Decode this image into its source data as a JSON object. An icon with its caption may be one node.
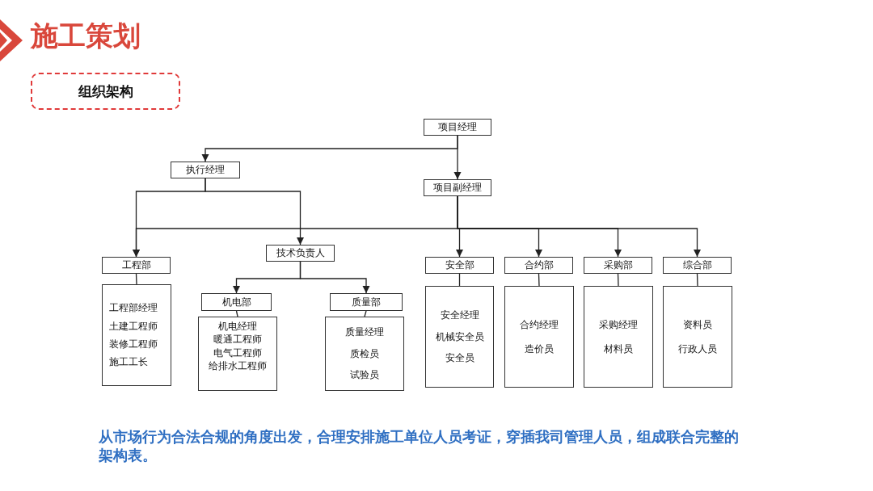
{
  "diagram": {
    "title": "施工策划",
    "nodes": [
      {
        "text": [
          "项目经理"
        ]
      },
      {
        "text": [
          "执行经理"
        ]
      },
      {
        "text": [
          "项目副经理"
        ]
      },
      {
        "text": [
          "工程部"
        ]
      },
      {
        "text": [
          "技术负责人"
        ]
      },
      {
        "text": [
          "安全部"
        ]
      },
      {
        "text": [
          "合约部"
        ]
      },
      {
        "text": [
          "采购部"
        ]
      },
      {
        "text": [
          "综合部"
        ]
      },
      {
        "text": [
          "工程部经理",
          "土建工程师",
          "装修工程师",
          "施工工长"
        ]
      },
      {
        "text": [
          "机电部"
        ]
      },
      {
        "text": [
          "质量部"
        ]
      },
      {
        "text": [
          "机电经理",
          "暖通工程师",
          "电气工程师",
          "给排水工程师"
        ]
      },
      {
        "text": [
          "质量经理",
          "质检员",
          "试验员"
        ]
      },
      {
        "text": [
          "安全经理",
          "机械安全员",
          "安全员"
        ]
      },
      {
        "text": [
          "合约经理",
          "造价员"
        ]
      },
      {
        "text": [
          "采购经理",
          "材料员"
        ]
      },
      {
        "text": [
          "资料员",
          "行政人员"
        ]
      },
      {
        "text": [
          "组织架构"
        ]
      }
    ],
    "edges": [
      {
        "from": 0,
        "to": 1,
        "arrow": "to"
      },
      {
        "from": 0,
        "to": 2,
        "arrow": "to"
      },
      {
        "from": 1,
        "to": 3,
        "arrow": "to"
      },
      {
        "from": 1,
        "to": 4,
        "arrow": "to"
      },
      {
        "from": 2,
        "to": 3,
        "arrow": "to"
      },
      {
        "from": 2,
        "to": 5,
        "arrow": "to"
      },
      {
        "from": 2,
        "to": 6,
        "arrow": "to"
      },
      {
        "from": 2,
        "to": 7,
        "arrow": "to"
      },
      {
        "from": 2,
        "to": 8,
        "arrow": "to"
      },
      {
        "from": 4,
        "to": 10,
        "arrow": "to"
      },
      {
        "from": 4,
        "to": 11,
        "arrow": "to"
      },
      {
        "from": 3,
        "to": 9,
        "arrow": "none"
      },
      {
        "from": 10,
        "to": 12,
        "arrow": "none"
      },
      {
        "from": 11,
        "to": 13,
        "arrow": "none"
      },
      {
        "from": 5,
        "to": 14,
        "arrow": "none"
      },
      {
        "from": 6,
        "to": 15,
        "arrow": "none"
      },
      {
        "from": 7,
        "to": 16,
        "arrow": "none"
      },
      {
        "from": 8,
        "to": 17,
        "arrow": "none"
      }
    ],
    "labels": [
      "从市场行为合法合规的角度出发，合理安排施工单位人员考证，穿插我司管理人员，组成联合完整的架构表。"
    ]
  }
}
